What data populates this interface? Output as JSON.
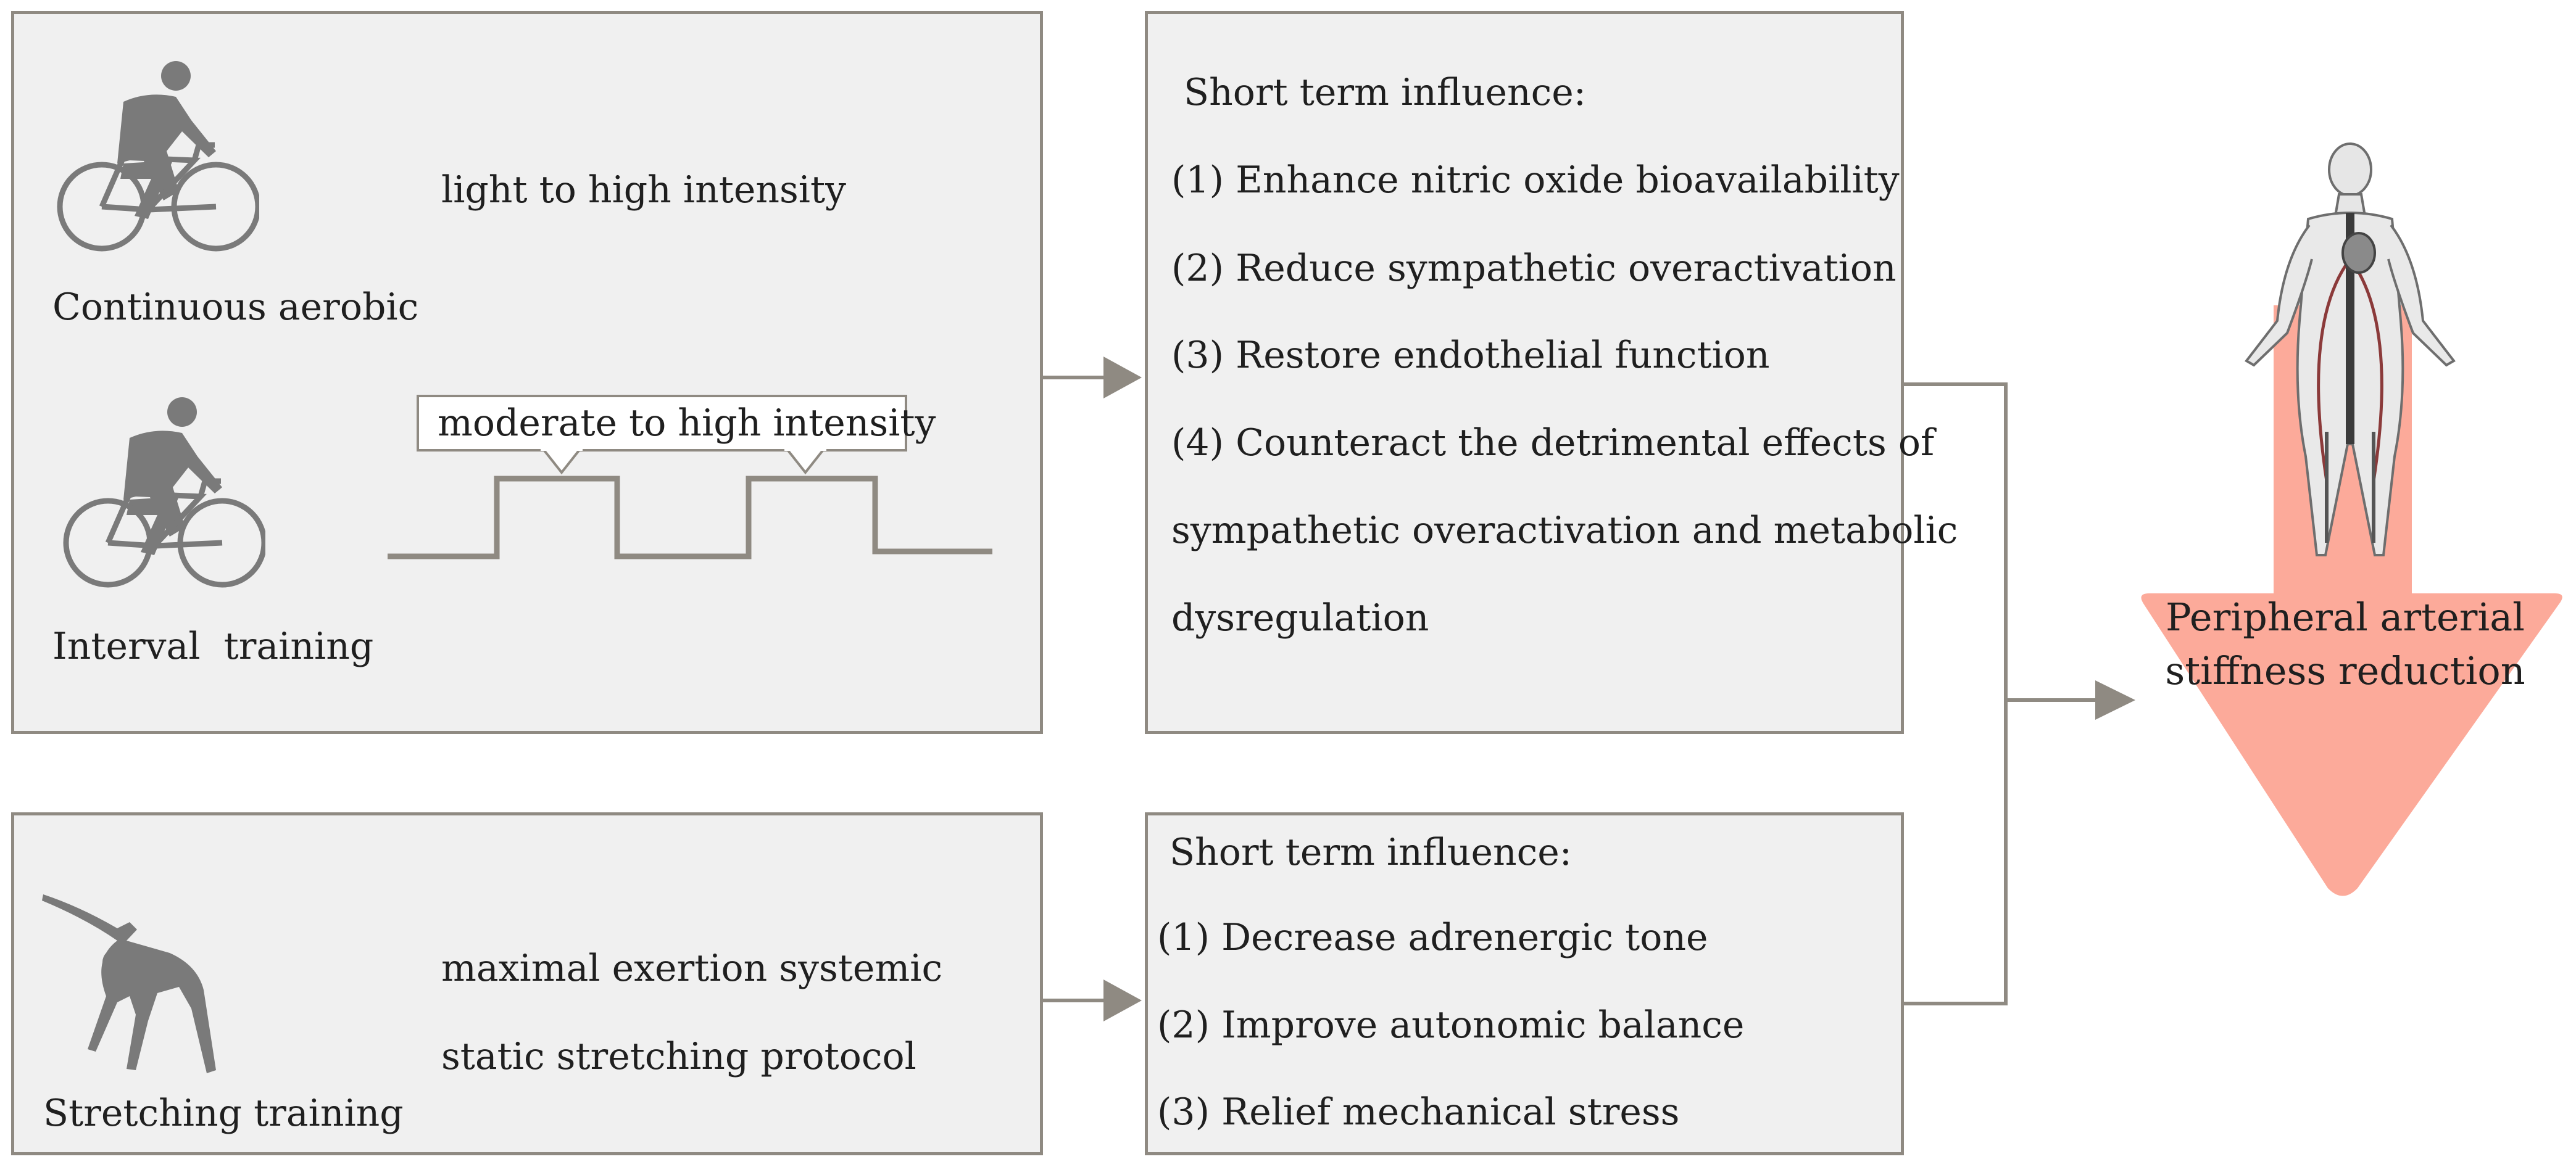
{
  "aerobic_panel": {
    "continuous": {
      "label": "Continuous aerobic",
      "intensity": "light to high intensity"
    },
    "interval": {
      "label": "Interval  training",
      "intensity": "moderate to high intensity"
    }
  },
  "aerobic_influence": {
    "heading": "Short term influence:",
    "items": [
      "(1) Enhance nitric oxide bioavailability",
      "(2) Reduce sympathetic overactivation",
      "(3) Restore endothelial function",
      "(4) Counteract the detrimental effects of",
      "sympathetic overactivation and metabolic",
      "dysregulation"
    ]
  },
  "stretching_panel": {
    "label": "Stretching training",
    "protocol_line1": "maximal exertion systemic",
    "protocol_line2": "static stretching protocol"
  },
  "stretching_influence": {
    "heading": "Short term influence:",
    "items": [
      "(1) Decrease adrenergic tone",
      "(2) Improve autonomic balance",
      "(3) Relief mechanical stress"
    ]
  },
  "outcome": {
    "line1": "Peripheral arterial",
    "line2": "stiffness reduction"
  },
  "icons": [
    "cyclist-icon",
    "cyclist-icon",
    "stretching-person-icon",
    "human-vascular-system-icon"
  ],
  "colors": {
    "box_fill": "#f0f0f0",
    "box_border": "#8f8a82",
    "arrow": "#8f8a82",
    "outcome_arrow": "#fcaa9a",
    "silhouette": "#7a7a7a"
  }
}
